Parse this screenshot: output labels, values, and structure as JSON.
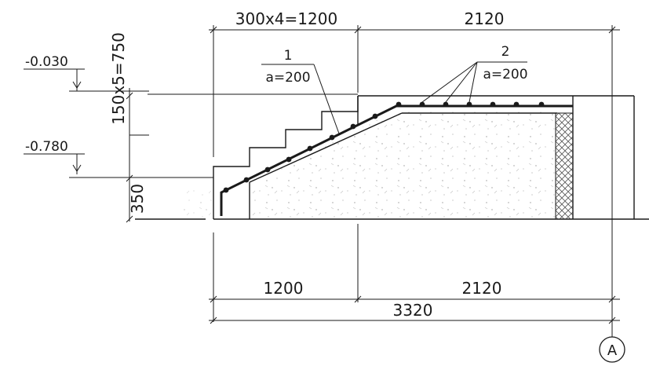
{
  "dimensions": {
    "top_left": "300x4=1200",
    "top_right": "2120",
    "bottom_left": "1200",
    "bottom_right": "2120",
    "bottom_total": "3320",
    "vertical_steps": "150x5=750",
    "vertical_base": "350"
  },
  "levels": {
    "upper": "-0.030",
    "lower": "-0.780"
  },
  "rebar": {
    "item1": {
      "mark": "1",
      "spacing": "a=200"
    },
    "item2": {
      "mark": "2",
      "spacing": "a=200"
    }
  },
  "axis": {
    "label": "A"
  }
}
